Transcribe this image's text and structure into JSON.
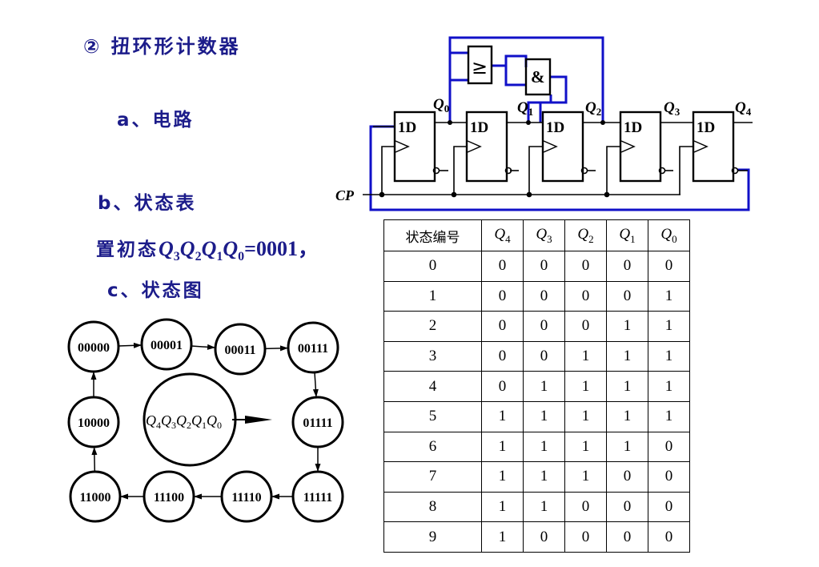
{
  "title": "② 扭环形计数器",
  "labels": {
    "a": "a、电路",
    "b": "b、状态表",
    "c": "c、状态图"
  },
  "init_state": {
    "prefix": "置初态",
    "vars": [
      {
        "letter": "Q",
        "sub": "3"
      },
      {
        "letter": "Q",
        "sub": "2"
      },
      {
        "letter": "Q",
        "sub": "1"
      },
      {
        "letter": "Q",
        "sub": "0"
      }
    ],
    "value": "=0001，"
  },
  "circuit": {
    "ff_label": "1D",
    "cp_label": "CP",
    "or_gate_symbol": "≥",
    "and_gate_symbol": "&",
    "outputs": [
      {
        "letter": "Q",
        "sub": "0"
      },
      {
        "letter": "Q",
        "sub": "1"
      },
      {
        "letter": "Q",
        "sub": "2"
      },
      {
        "letter": "Q",
        "sub": "3"
      },
      {
        "letter": "Q",
        "sub": "4"
      }
    ],
    "wire_color": "#1010c8"
  },
  "table": {
    "header_first": "状态编号",
    "headers": [
      {
        "letter": "Q",
        "sub": "4"
      },
      {
        "letter": "Q",
        "sub": "3"
      },
      {
        "letter": "Q",
        "sub": "2"
      },
      {
        "letter": "Q",
        "sub": "1"
      },
      {
        "letter": "Q",
        "sub": "0"
      }
    ],
    "rows": [
      [
        "0",
        "0",
        "0",
        "0",
        "0",
        "0"
      ],
      [
        "1",
        "0",
        "0",
        "0",
        "0",
        "1"
      ],
      [
        "2",
        "0",
        "0",
        "0",
        "1",
        "1"
      ],
      [
        "3",
        "0",
        "0",
        "1",
        "1",
        "1"
      ],
      [
        "4",
        "0",
        "1",
        "1",
        "1",
        "1"
      ],
      [
        "5",
        "1",
        "1",
        "1",
        "1",
        "1"
      ],
      [
        "6",
        "1",
        "1",
        "1",
        "1",
        "0"
      ],
      [
        "7",
        "1",
        "1",
        "1",
        "0",
        "0"
      ],
      [
        "8",
        "1",
        "1",
        "0",
        "0",
        "0"
      ],
      [
        "9",
        "1",
        "0",
        "0",
        "0",
        "0"
      ]
    ]
  },
  "state_diagram": {
    "states": [
      "00000",
      "00001",
      "00011",
      "00111",
      "01111",
      "11111",
      "11110",
      "11100",
      "11000",
      "10000"
    ],
    "legend": {
      "vars": [
        {
          "letter": "Q",
          "sub": "4"
        },
        {
          "letter": "Q",
          "sub": "3"
        },
        {
          "letter": "Q",
          "sub": "2"
        },
        {
          "letter": "Q",
          "sub": "1"
        },
        {
          "letter": "Q",
          "sub": "0"
        }
      ]
    }
  }
}
